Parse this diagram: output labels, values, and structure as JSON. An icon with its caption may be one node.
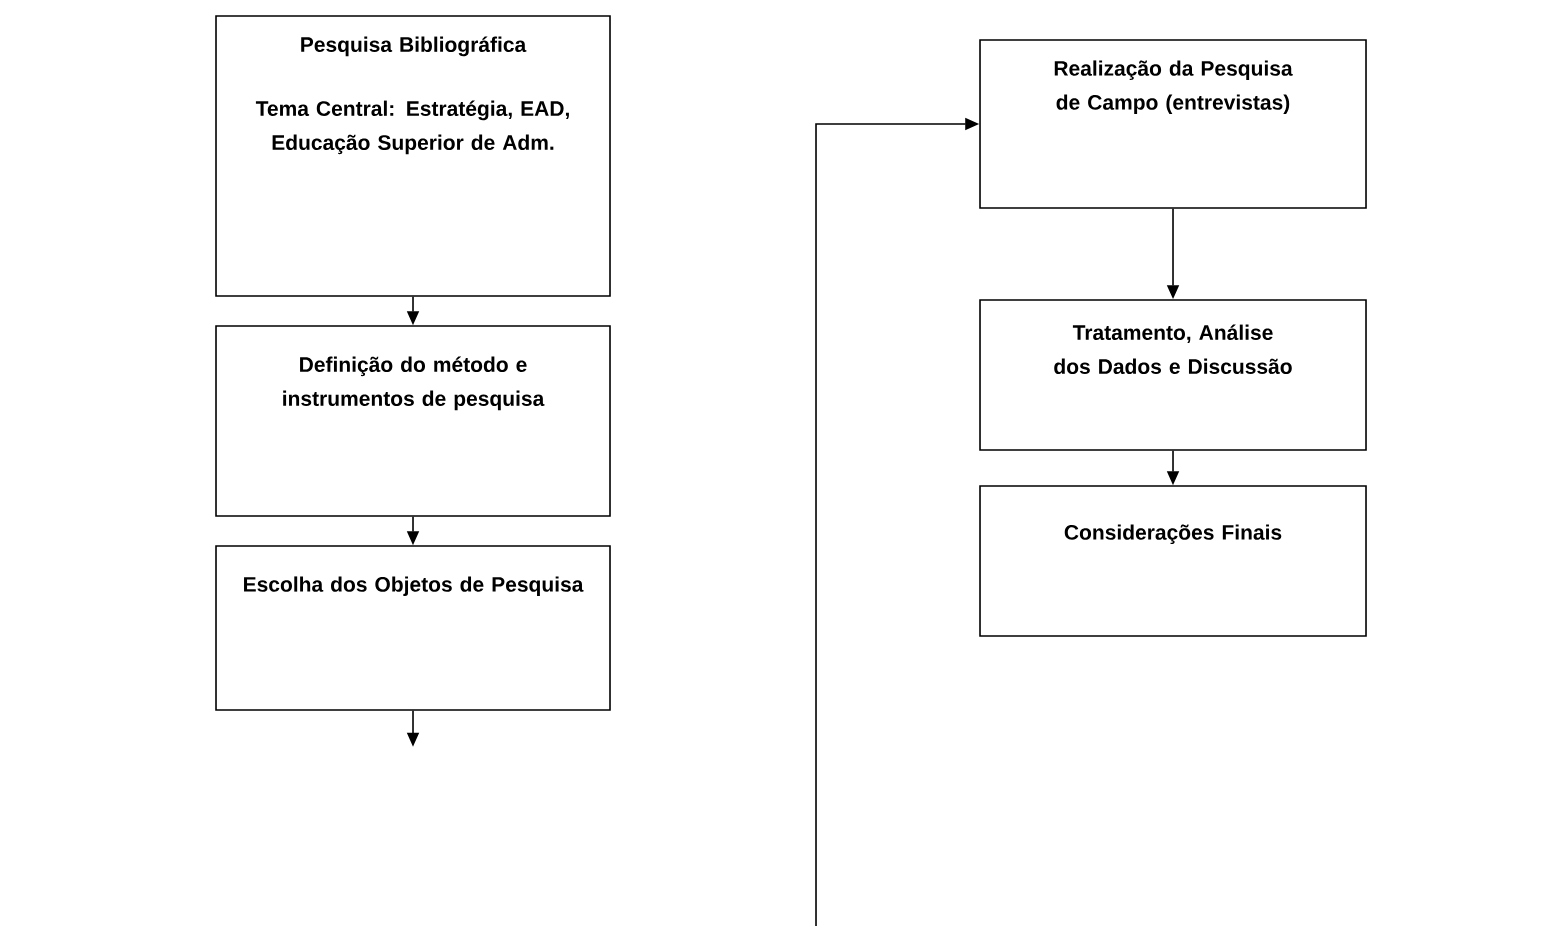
{
  "diagram": {
    "nodes": [
      {
        "text": [
          "Pesquisa Bibliográfica",
          "Tema Central: Estratégia, EAD, Educação Superior de Adm."
        ]
      },
      {
        "text": [
          "Definição do método e instrumentos de pesquisa"
        ]
      },
      {
        "text": [
          "Escolha dos Objetos de Pesquisa"
        ]
      },
      {
        "text": [
          "Realização da Pesquisa de Campo (entrevistas)"
        ]
      },
      {
        "text": [
          "Tratamento, Análise dos Dados e Discussão"
        ]
      },
      {
        "text": [
          "Considerações Finais"
        ]
      }
    ],
    "edges": [
      {
        "from": 0,
        "to": 1,
        "arrow": "to"
      },
      {
        "from": 1,
        "to": 2,
        "arrow": "to"
      },
      {
        "from": 2,
        "to": null,
        "arrow": "to"
      },
      {
        "from": null,
        "to": 3,
        "arrow": "to"
      },
      {
        "from": 3,
        "to": 4,
        "arrow": "to"
      },
      {
        "from": 4,
        "to": 5,
        "arrow": "to"
      }
    ]
  }
}
